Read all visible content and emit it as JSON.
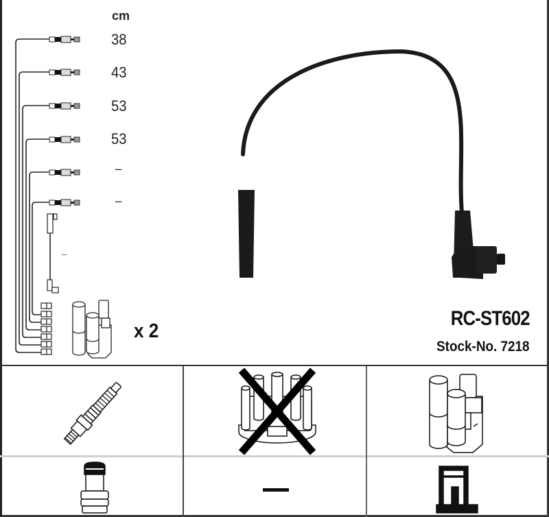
{
  "product": {
    "part_number": "RC-ST602",
    "stock_label": "Stock-No. 7218",
    "brand_color": "#111111"
  },
  "cable_set": {
    "unit_label": "cm",
    "cables": [
      {
        "index": 1,
        "length": "38"
      },
      {
        "index": 2,
        "length": "43"
      },
      {
        "index": 3,
        "length": "53"
      },
      {
        "index": 4,
        "length": "53"
      },
      {
        "index": 5,
        "length": "–"
      },
      {
        "index": 6,
        "length": "–"
      }
    ],
    "coil_cable_length": "–",
    "coil_quantity": "x 2"
  },
  "compatibility_grid": {
    "top_row": [
      {
        "item": "spark-plug",
        "icon": "spark-plug-icon",
        "excluded": false
      },
      {
        "item": "distributor-cap",
        "icon": "distributor-cap-icon",
        "excluded": true
      },
      {
        "item": "ignition-coil",
        "icon": "ignition-coil-icon",
        "excluded": false
      }
    ],
    "bottom_row": [
      {
        "item": "spark-plug-terminal",
        "icon": "plug-terminal-icon",
        "value": ""
      },
      {
        "item": "distributor-terminal",
        "icon": "dash-icon",
        "value": "—"
      },
      {
        "item": "coil-terminal",
        "icon": "coil-terminal-icon",
        "value": ""
      }
    ]
  },
  "colors": {
    "line_dark": "#222222",
    "row_divider": "#cfcfcf",
    "cable_black": "#1a1a1a"
  }
}
